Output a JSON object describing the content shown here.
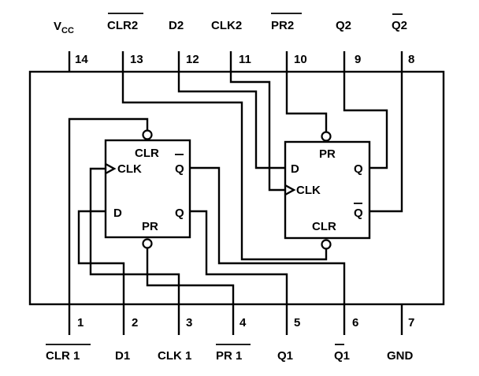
{
  "top_pins": [
    {
      "number": "14",
      "signal": "V",
      "signal_sub": "CC",
      "overbar": false
    },
    {
      "number": "13",
      "signal": "CLR2",
      "overbar": true
    },
    {
      "number": "12",
      "signal": "D2",
      "overbar": false
    },
    {
      "number": "11",
      "signal": "CLK2",
      "overbar": false
    },
    {
      "number": "10",
      "signal": "PR2",
      "overbar": true
    },
    {
      "number": "9",
      "signal": "Q2",
      "overbar": false
    },
    {
      "number": "8",
      "signal": "Q2",
      "overbar": true
    }
  ],
  "bottom_pins": [
    {
      "number": "1",
      "signal": "CLR 1",
      "overbar": true
    },
    {
      "number": "2",
      "signal": "D1",
      "overbar": false
    },
    {
      "number": "3",
      "signal": "CLK 1",
      "overbar": false
    },
    {
      "number": "4",
      "signal": "PR 1",
      "overbar": true
    },
    {
      "number": "5",
      "signal": "Q1",
      "overbar": false
    },
    {
      "number": "6",
      "signal": "Q1",
      "overbar": true
    },
    {
      "number": "7",
      "signal": "GND",
      "overbar": false
    }
  ],
  "flipflop1": {
    "clr": "CLR",
    "clk": "CLK",
    "d": "D",
    "pr": "PR",
    "q": "Q",
    "qbar": "Q"
  },
  "flipflop2": {
    "pr": "PR",
    "d": "D",
    "clk": "CLK",
    "clr": "CLR",
    "q": "Q",
    "qbar": "Q"
  }
}
